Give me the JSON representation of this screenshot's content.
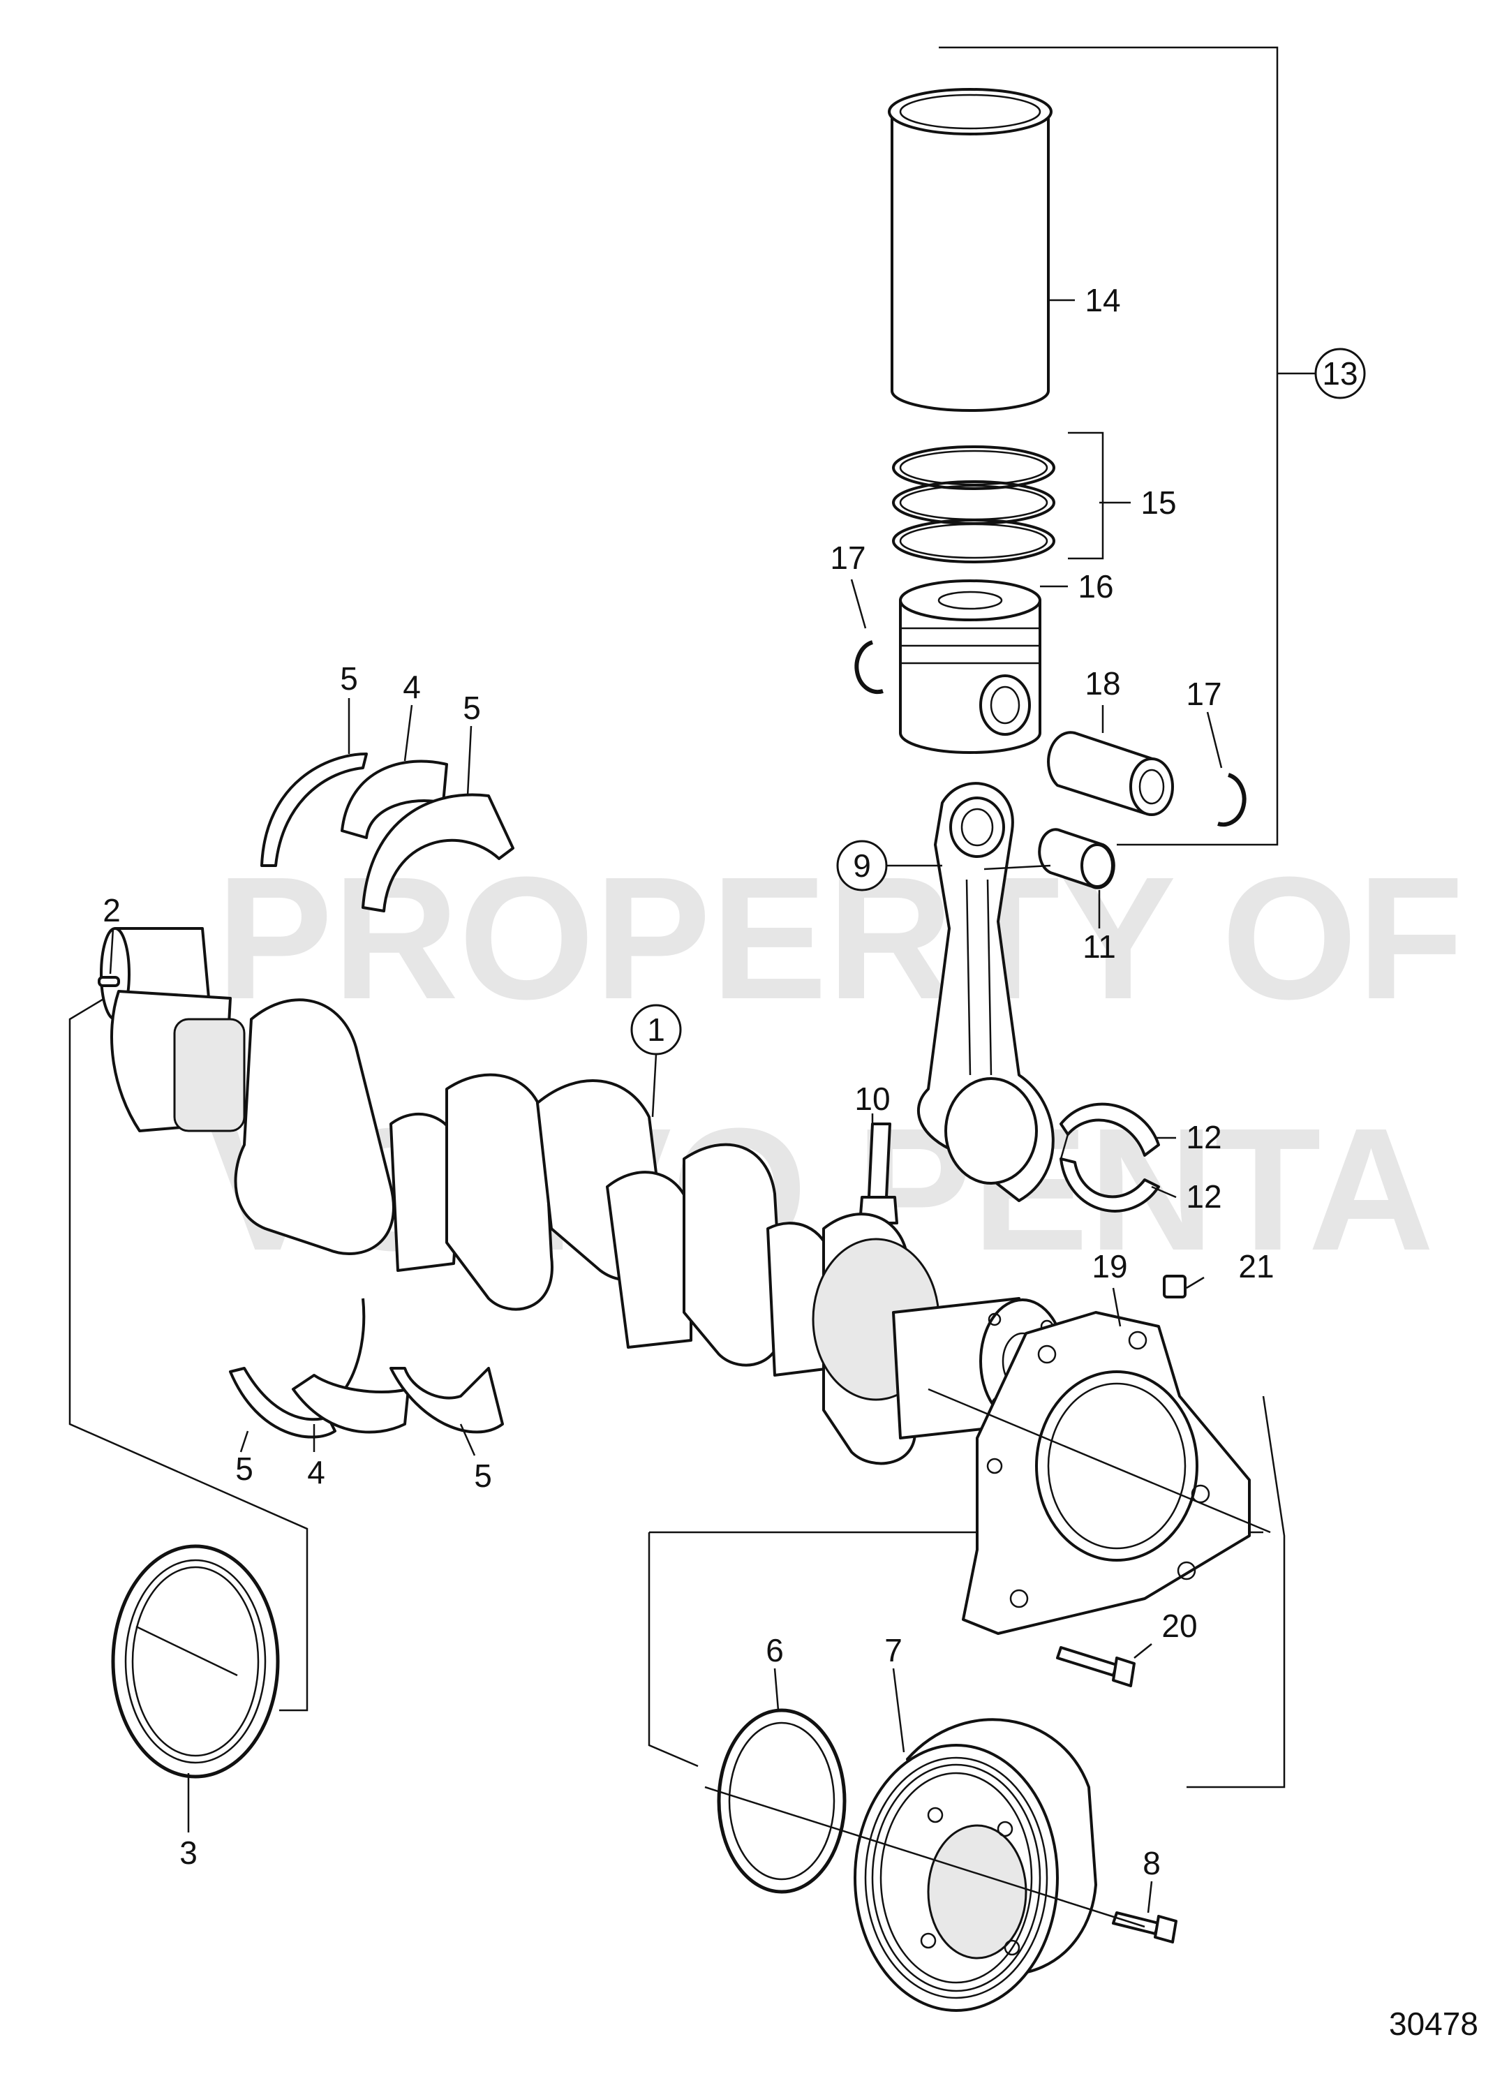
{
  "watermark": {
    "line1": "PROPERTY OF",
    "line2": "VOLVO PENTA"
  },
  "drawing_number": "30478",
  "callouts": [
    {
      "id": "c1",
      "text": "1",
      "circled": true
    },
    {
      "id": "c2",
      "text": "2"
    },
    {
      "id": "c3",
      "text": "3"
    },
    {
      "id": "c4a",
      "text": "4"
    },
    {
      "id": "c4b",
      "text": "4"
    },
    {
      "id": "c5a",
      "text": "5"
    },
    {
      "id": "c5b",
      "text": "5"
    },
    {
      "id": "c5c",
      "text": "5"
    },
    {
      "id": "c5d",
      "text": "5"
    },
    {
      "id": "c6",
      "text": "6"
    },
    {
      "id": "c7",
      "text": "7"
    },
    {
      "id": "c8",
      "text": "8"
    },
    {
      "id": "c9",
      "text": "9",
      "circled": true
    },
    {
      "id": "c10",
      "text": "10"
    },
    {
      "id": "c11",
      "text": "11"
    },
    {
      "id": "c12a",
      "text": "12"
    },
    {
      "id": "c12b",
      "text": "12"
    },
    {
      "id": "c13",
      "text": "13",
      "circled": true
    },
    {
      "id": "c14",
      "text": "14"
    },
    {
      "id": "c15",
      "text": "15"
    },
    {
      "id": "c16",
      "text": "16"
    },
    {
      "id": "c17a",
      "text": "17"
    },
    {
      "id": "c17b",
      "text": "17"
    },
    {
      "id": "c18",
      "text": "18"
    },
    {
      "id": "c19",
      "text": "19"
    },
    {
      "id": "c20",
      "text": "20"
    },
    {
      "id": "c21",
      "text": "21"
    }
  ]
}
